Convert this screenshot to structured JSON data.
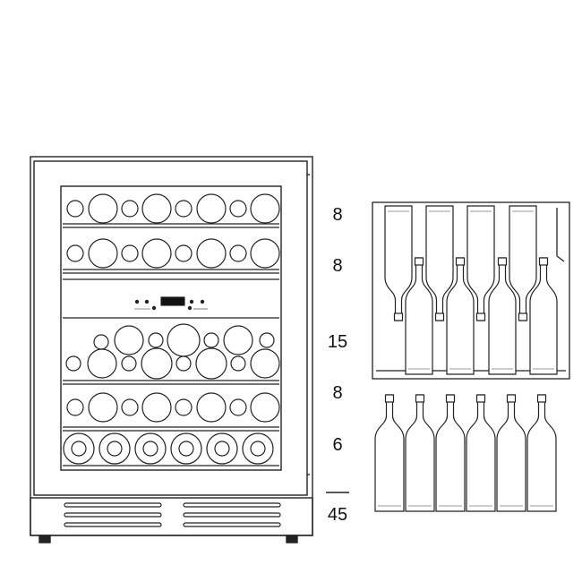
{
  "shelf_counts": [
    "8",
    "8",
    "15",
    "8",
    "6"
  ],
  "total_count": "45",
  "colors": {
    "stroke": "#222222",
    "light_stroke": "#9a9a9a",
    "display": "#111111"
  },
  "icons": {
    "cabinet": "wine-cooler-front-icon",
    "bottle": "wine-bottle-icon",
    "rack": "bottle-rack-icon"
  }
}
